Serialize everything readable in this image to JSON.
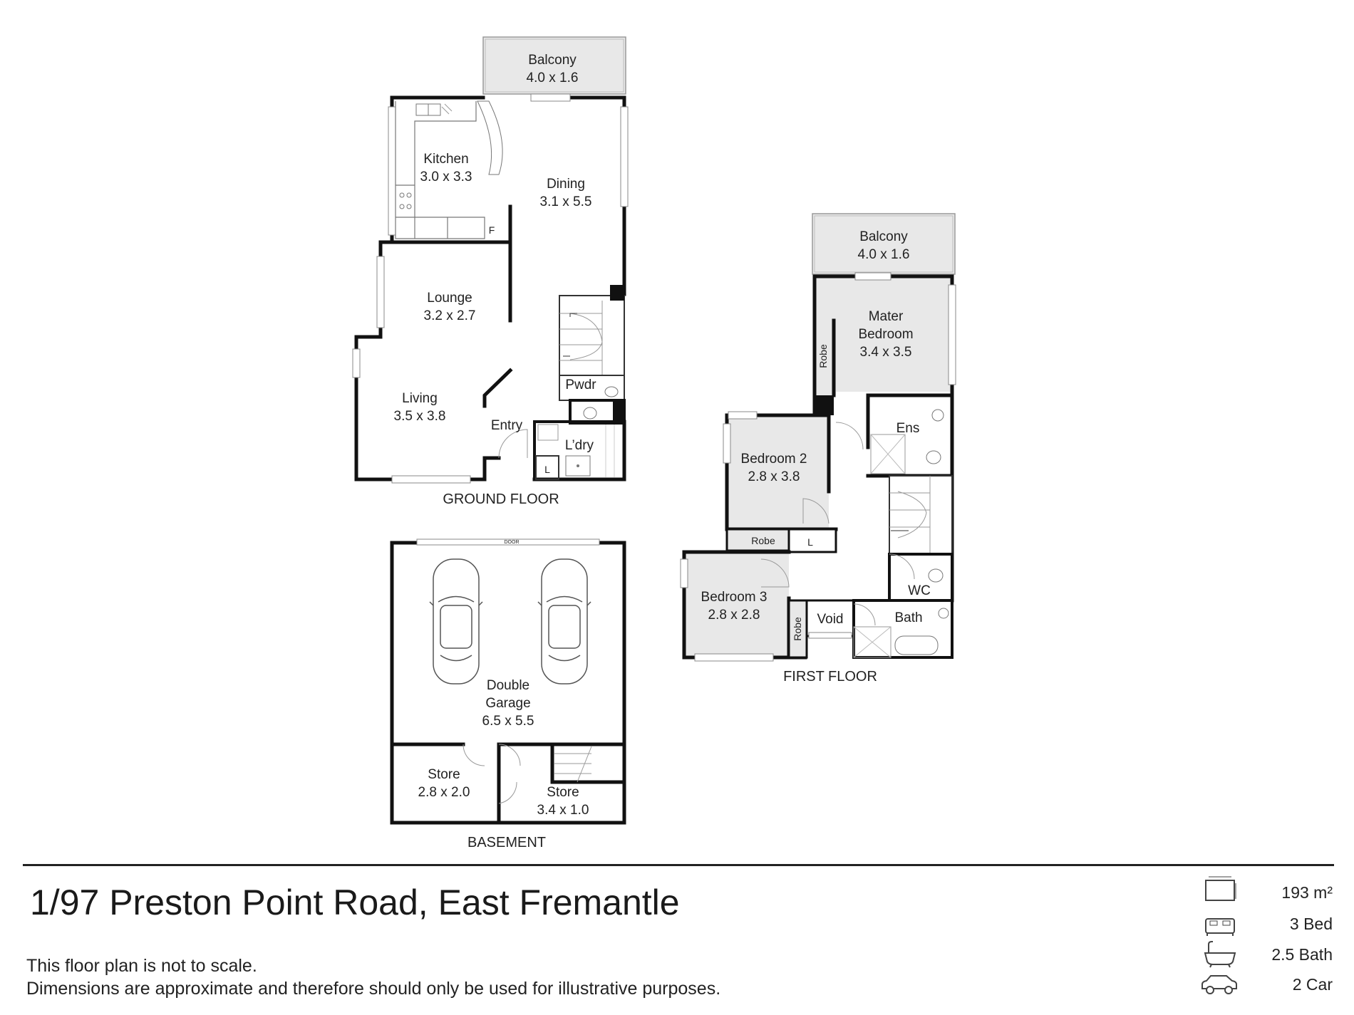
{
  "floors": {
    "ground": "GROUND FLOOR",
    "first": "FIRST FLOOR",
    "basement": "BASEMENT"
  },
  "rooms": {
    "balcony_ground": {
      "name": "Balcony",
      "dims": "4.0 x 1.6"
    },
    "kitchen": {
      "name": "Kitchen",
      "dims": "3.0 x 3.3"
    },
    "dining": {
      "name": "Dining",
      "dims": "3.1 x 5.5"
    },
    "lounge": {
      "name": "Lounge",
      "dims": "3.2 x 2.7"
    },
    "living": {
      "name": "Living",
      "dims": "3.5 x 3.8"
    },
    "entry": {
      "name": "Entry"
    },
    "pwdr": {
      "name": "Pwdr"
    },
    "ldry": {
      "name": "L’dry"
    },
    "balcony_first": {
      "name": "Balcony",
      "dims": "4.0 x 1.6"
    },
    "master": {
      "line1": "Mater",
      "line2": "Bedroom",
      "dims": "3.4 x 3.5"
    },
    "robe_master": {
      "name": "Robe"
    },
    "ens": {
      "name": "Ens"
    },
    "bedroom2": {
      "name": "Bedroom 2",
      "dims": "2.8 x 3.8"
    },
    "robe_bed2": {
      "name": "Robe"
    },
    "linen_first": {
      "name": "L"
    },
    "bedroom3": {
      "name": "Bedroom 3",
      "dims": "2.8 x 2.8"
    },
    "robe_bed3": {
      "name": "Robe"
    },
    "void": {
      "name": "Void"
    },
    "wc": {
      "name": "WC"
    },
    "bath": {
      "name": "Bath"
    },
    "garage": {
      "line1": "Double",
      "line2": "Garage",
      "dims": "6.5 x 5.5"
    },
    "garage_door": {
      "name": "DOOR"
    },
    "store1": {
      "name": "Store",
      "dims": "2.8 x 2.0"
    },
    "store2": {
      "name": "Store",
      "dims": "3.4 x 1.0"
    },
    "fridge": {
      "name": "F"
    },
    "linen_ground": {
      "name": "L"
    }
  },
  "address": "1/97 Preston Point Road, East Fremantle",
  "disclaimer": {
    "line1": "This floor plan is not to scale.",
    "line2": "Dimensions are approximate and therefore should only be used for illustrative purposes."
  },
  "stats": [
    {
      "icon": "area-icon",
      "value": "193 m²"
    },
    {
      "icon": "bed-icon",
      "value": "3 Bed"
    },
    {
      "icon": "bath-icon",
      "value": "2.5 Bath"
    },
    {
      "icon": "car-icon",
      "value": "2 Car"
    }
  ]
}
